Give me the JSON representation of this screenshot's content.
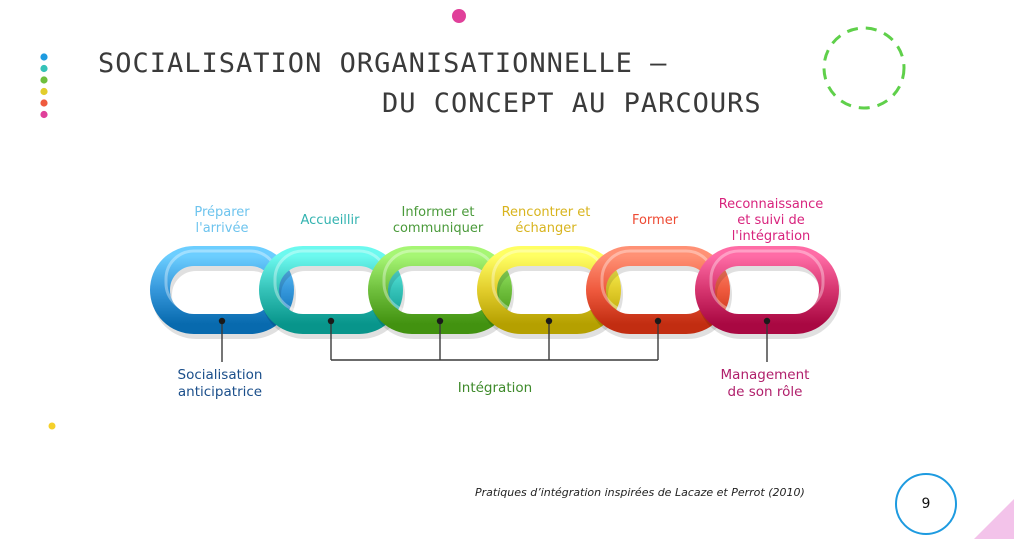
{
  "title": {
    "line1": "SOCIALISATION ORGANISATIONNELLE –",
    "line2": "DU CONCEPT AU PARCOURS"
  },
  "steps": [
    {
      "label": "Préparer\nl'arrivée",
      "color": "#6ec4ee"
    },
    {
      "label": "Accueillir",
      "color": "#33b3b0"
    },
    {
      "label": "Informer et\ncommuniquer",
      "color": "#4a9a3a"
    },
    {
      "label": "Rencontrer et\néchanger",
      "color": "#d8b41e"
    },
    {
      "label": "Former",
      "color": "#ee4a33"
    },
    {
      "label": "Reconnaissance\net suivi de\nl'intégration",
      "color": "#d8237d"
    }
  ],
  "chain_colors": [
    "#3597db",
    "#35c2b8",
    "#6fbf3d",
    "#e2cd2c",
    "#ef5a3e",
    "#d6356f"
  ],
  "phases": [
    {
      "label": "Socialisation\nanticipatrice",
      "color": "#1a4e8a"
    },
    {
      "label": "Intégration",
      "color": "#3e8a2a"
    },
    {
      "label": "Management\nde son rôle",
      "color": "#b01f6b"
    }
  ],
  "citation": "Pratiques d’intégration inspirées de Lacaze et Perrot (2010)",
  "page_number": "9",
  "decor": {
    "dots": [
      "#1e9be0",
      "#35c2b8",
      "#6fbf3d",
      "#e2cd2c",
      "#ef5a3e",
      "#e0409a"
    ],
    "top_dot": "#e0409a",
    "dash_circle": "#5fd04a",
    "small_dot": "#f5d02a"
  }
}
